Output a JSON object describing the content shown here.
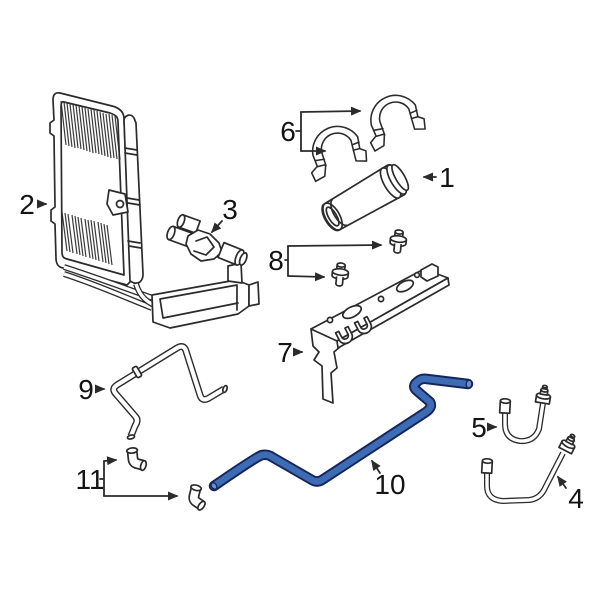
{
  "diagram": {
    "background": "#ffffff",
    "line_color": "#2b2b2b",
    "highlight": {
      "fill": "#3E6CB4",
      "stroke": "#16265C",
      "tip": "#6E92CC"
    },
    "labels": [
      {
        "text": "1",
        "part": "oil-cooler-tube-cylinder"
      },
      {
        "text": "2",
        "part": "transmission-oil-cooler"
      },
      {
        "text": "3",
        "part": "connector-valve-fitting"
      },
      {
        "text": "4",
        "part": "lower-cooler-hose"
      },
      {
        "text": "5",
        "part": "upper-cooler-hose"
      },
      {
        "text": "6",
        "part": "tube-saddle-clamps"
      },
      {
        "text": "7",
        "part": "mounting-bracket"
      },
      {
        "text": "8",
        "part": "retainer-bolts"
      },
      {
        "text": "9",
        "part": "bent-vent-tube"
      },
      {
        "text": "10",
        "part": "highlighted-cooler-line"
      },
      {
        "text": "11",
        "part": "elbow-connectors"
      }
    ]
  }
}
